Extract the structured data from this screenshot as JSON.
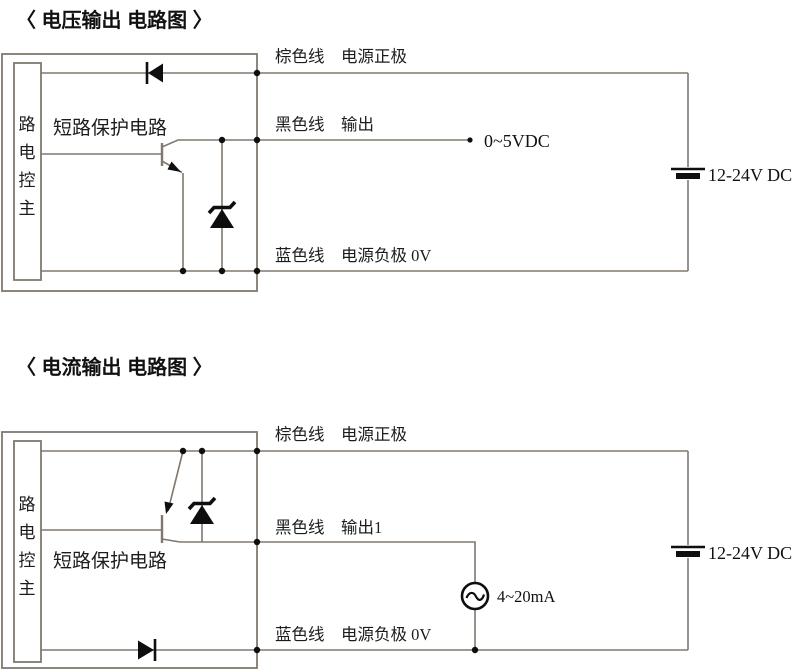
{
  "diagrams": [
    {
      "title": "〈 电压输出 电路图 〉",
      "main_box_label": "主控电路",
      "protection_label": "短路保护电路",
      "wires": {
        "brown": "棕色线　电源正极",
        "black": "黑色线　输出",
        "blue": "蓝色线　电源负极 0V"
      },
      "output_terminal": "0~5VDC",
      "supply": "12-24V DC"
    },
    {
      "title": "〈 电流输出 电路图 〉",
      "main_box_label": "主控电路",
      "protection_label": "短路保护电路",
      "wires": {
        "brown": "棕色线　电源正极",
        "black": "黑色线　输出1",
        "blue": "蓝色线　电源负极 0V"
      },
      "load": "4~20mA",
      "supply": "12-24V DC"
    }
  ]
}
